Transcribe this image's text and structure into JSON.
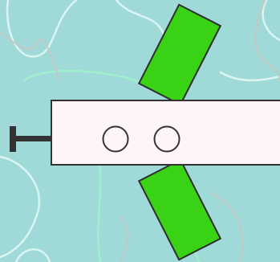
{
  "game": {
    "colors": {
      "water": "#9fdad8",
      "wave_white": "#e8fbf8",
      "wave_green": "#9ff0cc",
      "wave_grey": "#c4c6c2",
      "hull": "#fff5f9",
      "outline": "#333333",
      "oar": "#39d215",
      "oar_outline": "#2e2e2e",
      "rudder": "#333333"
    },
    "boat": {
      "hull": "rectangle",
      "porthole_count": 2,
      "oar_count": 2,
      "rudder": "T-shaped"
    }
  }
}
